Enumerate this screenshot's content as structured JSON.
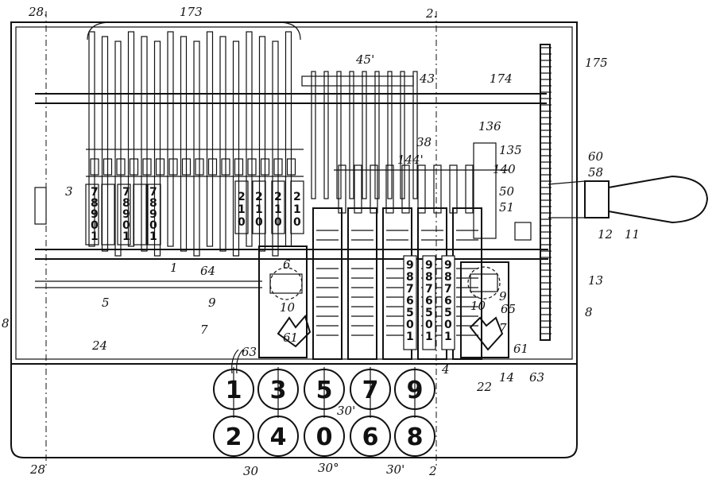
{
  "figure": {
    "section_marks": [
      {
        "id": "top-left",
        "text": "28."
      },
      {
        "id": "top-right",
        "text": "2."
      },
      {
        "id": "bottom-left",
        "text": "28"
      },
      {
        "id": "bottom-right",
        "text": "2"
      }
    ],
    "reference_labels": [
      {
        "id": "l173",
        "text": "173"
      },
      {
        "id": "l45",
        "text": "45'"
      },
      {
        "id": "l43",
        "text": "43"
      },
      {
        "id": "l174",
        "text": "174"
      },
      {
        "id": "l175",
        "text": "175"
      },
      {
        "id": "l136",
        "text": "136"
      },
      {
        "id": "l38",
        "text": "38"
      },
      {
        "id": "l144",
        "text": "144'"
      },
      {
        "id": "l135",
        "text": "135"
      },
      {
        "id": "l60",
        "text": "60"
      },
      {
        "id": "l58",
        "text": "58"
      },
      {
        "id": "l140",
        "text": "140"
      },
      {
        "id": "l50",
        "text": "50"
      },
      {
        "id": "l51",
        "text": "51"
      },
      {
        "id": "l12",
        "text": "12"
      },
      {
        "id": "l11",
        "text": "11"
      },
      {
        "id": "l3",
        "text": "3"
      },
      {
        "id": "l1",
        "text": "1"
      },
      {
        "id": "l64",
        "text": "64"
      },
      {
        "id": "l6",
        "text": "6"
      },
      {
        "id": "l9a",
        "text": "9"
      },
      {
        "id": "l10a",
        "text": "10"
      },
      {
        "id": "l5",
        "text": "5"
      },
      {
        "id": "l8a",
        "text": "8"
      },
      {
        "id": "l7a",
        "text": "7"
      },
      {
        "id": "l63a",
        "text": "63"
      },
      {
        "id": "l61a",
        "text": "61"
      },
      {
        "id": "l24",
        "text": "24"
      },
      {
        "id": "l13",
        "text": "13"
      },
      {
        "id": "l9b",
        "text": "9"
      },
      {
        "id": "l10b",
        "text": "10"
      },
      {
        "id": "l65",
        "text": "65"
      },
      {
        "id": "l8b",
        "text": "8"
      },
      {
        "id": "l7b",
        "text": "7"
      },
      {
        "id": "l61b",
        "text": "61"
      },
      {
        "id": "l63b",
        "text": "63"
      },
      {
        "id": "l14",
        "text": "14"
      },
      {
        "id": "l22",
        "text": "22"
      },
      {
        "id": "l4",
        "text": "4"
      },
      {
        "id": "l30a",
        "text": "30'"
      },
      {
        "id": "l30",
        "text": "30"
      },
      {
        "id": "l30b",
        "text": "30°"
      },
      {
        "id": "l30c",
        "text": "30'"
      }
    ],
    "keys_top": [
      "1",
      "3",
      "5",
      "7",
      "9"
    ],
    "keys_bottom": [
      "2",
      "4",
      "0",
      "6",
      "8"
    ],
    "wheel_digits_left": [
      "7",
      "8",
      "9",
      "0",
      "1"
    ],
    "wheel_digits_mid": [
      "2",
      "1",
      "0"
    ],
    "register_digits": [
      "9",
      "8",
      "7",
      "6",
      "5",
      "0",
      "1"
    ]
  }
}
